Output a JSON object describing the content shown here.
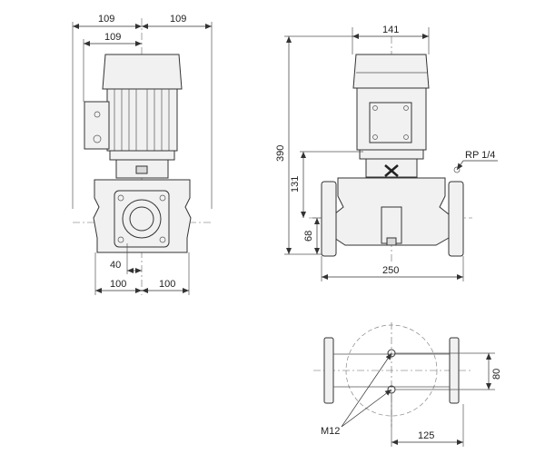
{
  "dimensions": {
    "side_top_left": "109",
    "side_top_right": "109",
    "side_motor_half": "109",
    "side_flange_offset": "40",
    "side_bottom_left": "100",
    "side_bottom_right": "100",
    "front_motor_width": "141",
    "front_total_height": "390",
    "front_pipe_height": "131",
    "front_base_height": "68",
    "front_port_to_port": "250",
    "front_vent_label": "RP 1/4",
    "plan_hole_spacing": "80",
    "plan_hole_offset": "125",
    "plan_bolt_label": "M12"
  }
}
